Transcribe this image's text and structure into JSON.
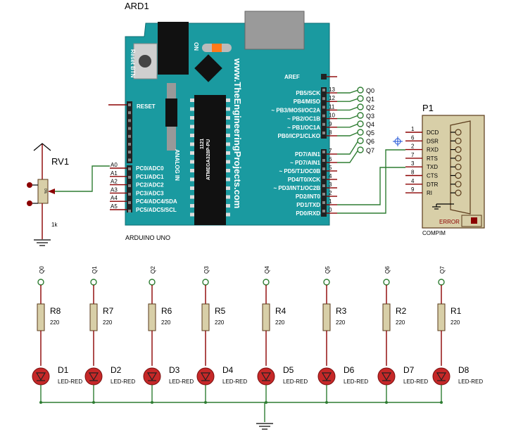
{
  "arduino": {
    "ref": "ARD1",
    "name": "ARDUINO UNO",
    "website": "www.TheEngineeringProjects.com",
    "chip_id": "1121",
    "chip_name": "ATMEGA328P-PU",
    "reset_btn": "Reset BTN",
    "on_label": "ON",
    "analog_in": "ANALOG IN",
    "reset_label": "RESET",
    "aref": "AREF",
    "digital_pins_top": [
      {
        "name": "PB5/SCK",
        "num": "13"
      },
      {
        "name": "PB4/MISO",
        "num": "12"
      },
      {
        "name": "~ PB3/MOSI/OC2A",
        "num": "11"
      },
      {
        "name": "~ PB2/OC1B",
        "num": "10"
      },
      {
        "name": "~ PB1/OC1A",
        "num": "9"
      },
      {
        "name": "PB0/ICP1/CLKO",
        "num": "8"
      }
    ],
    "digital_pins_bottom": [
      {
        "name": "PD7/AIN1",
        "num": "7"
      },
      {
        "name": "~ PD7/AIN1",
        "num": "6"
      },
      {
        "name": "~ PD5/T1/OC0B",
        "num": "5"
      },
      {
        "name": "PD4/T0/XCK",
        "num": "4"
      },
      {
        "name": "~ PD3/INT1/OC2B",
        "num": "3"
      },
      {
        "name": "PD2/INT0",
        "num": "2"
      },
      {
        "name": "PD1/TXD",
        "num": "1"
      },
      {
        "name": "PD0/RXD",
        "num": "0"
      }
    ],
    "analog_pins": [
      {
        "name": "PC0/ADC0",
        "num": "A0"
      },
      {
        "name": "PC1/ADC1",
        "num": "A1"
      },
      {
        "name": "PC2/ADC2",
        "num": "A2"
      },
      {
        "name": "PC3/ADC3",
        "num": "A3"
      },
      {
        "name": "PC4/ADC4/SDA",
        "num": "A4"
      },
      {
        "name": "PC5/ADC5/SCL",
        "num": "A5"
      }
    ]
  },
  "outputs": [
    "Q0",
    "Q1",
    "Q2",
    "Q3",
    "Q4",
    "Q5",
    "Q6",
    "Q7"
  ],
  "pot": {
    "ref": "RV1",
    "value": "1k",
    "body": "0%"
  },
  "compim": {
    "ref": "P1",
    "name": "COMPIM",
    "error": "ERROR",
    "pins": [
      {
        "num": "1",
        "name": "DCD"
      },
      {
        "num": "6",
        "name": "DSR"
      },
      {
        "num": "2",
        "name": "RXD"
      },
      {
        "num": "7",
        "name": "RTS"
      },
      {
        "num": "3",
        "name": "TXD"
      },
      {
        "num": "8",
        "name": "CTS"
      },
      {
        "num": "4",
        "name": "DTR"
      },
      {
        "num": "9",
        "name": "RI"
      }
    ]
  },
  "led_channels": [
    {
      "probe": "Q0",
      "res": "R8",
      "res_val": "220",
      "led": "D1",
      "led_type": "LED-RED"
    },
    {
      "probe": "Q1",
      "res": "R7",
      "res_val": "220",
      "led": "D2",
      "led_type": "LED-RED"
    },
    {
      "probe": "Q2",
      "res": "R6",
      "res_val": "220",
      "led": "D3",
      "led_type": "LED-RED"
    },
    {
      "probe": "Q3",
      "res": "R5",
      "res_val": "220",
      "led": "D4",
      "led_type": "LED-RED"
    },
    {
      "probe": "Q4",
      "res": "R4",
      "res_val": "220",
      "led": "D5",
      "led_type": "LED-RED"
    },
    {
      "probe": "Q5",
      "res": "R3",
      "res_val": "220",
      "led": "D6",
      "led_type": "LED-RED"
    },
    {
      "probe": "Q6",
      "res": "R2",
      "res_val": "220",
      "led": "D7",
      "led_type": "LED-RED"
    },
    {
      "probe": "Q7",
      "res": "R1",
      "res_val": "220",
      "led": "D8",
      "led_type": "LED-RED"
    }
  ],
  "colors": {
    "board": "#1a9aa0",
    "wire": "#2e7d32",
    "pin": "#8b0000",
    "component": "#d8cfa8",
    "led": "#c62828"
  }
}
